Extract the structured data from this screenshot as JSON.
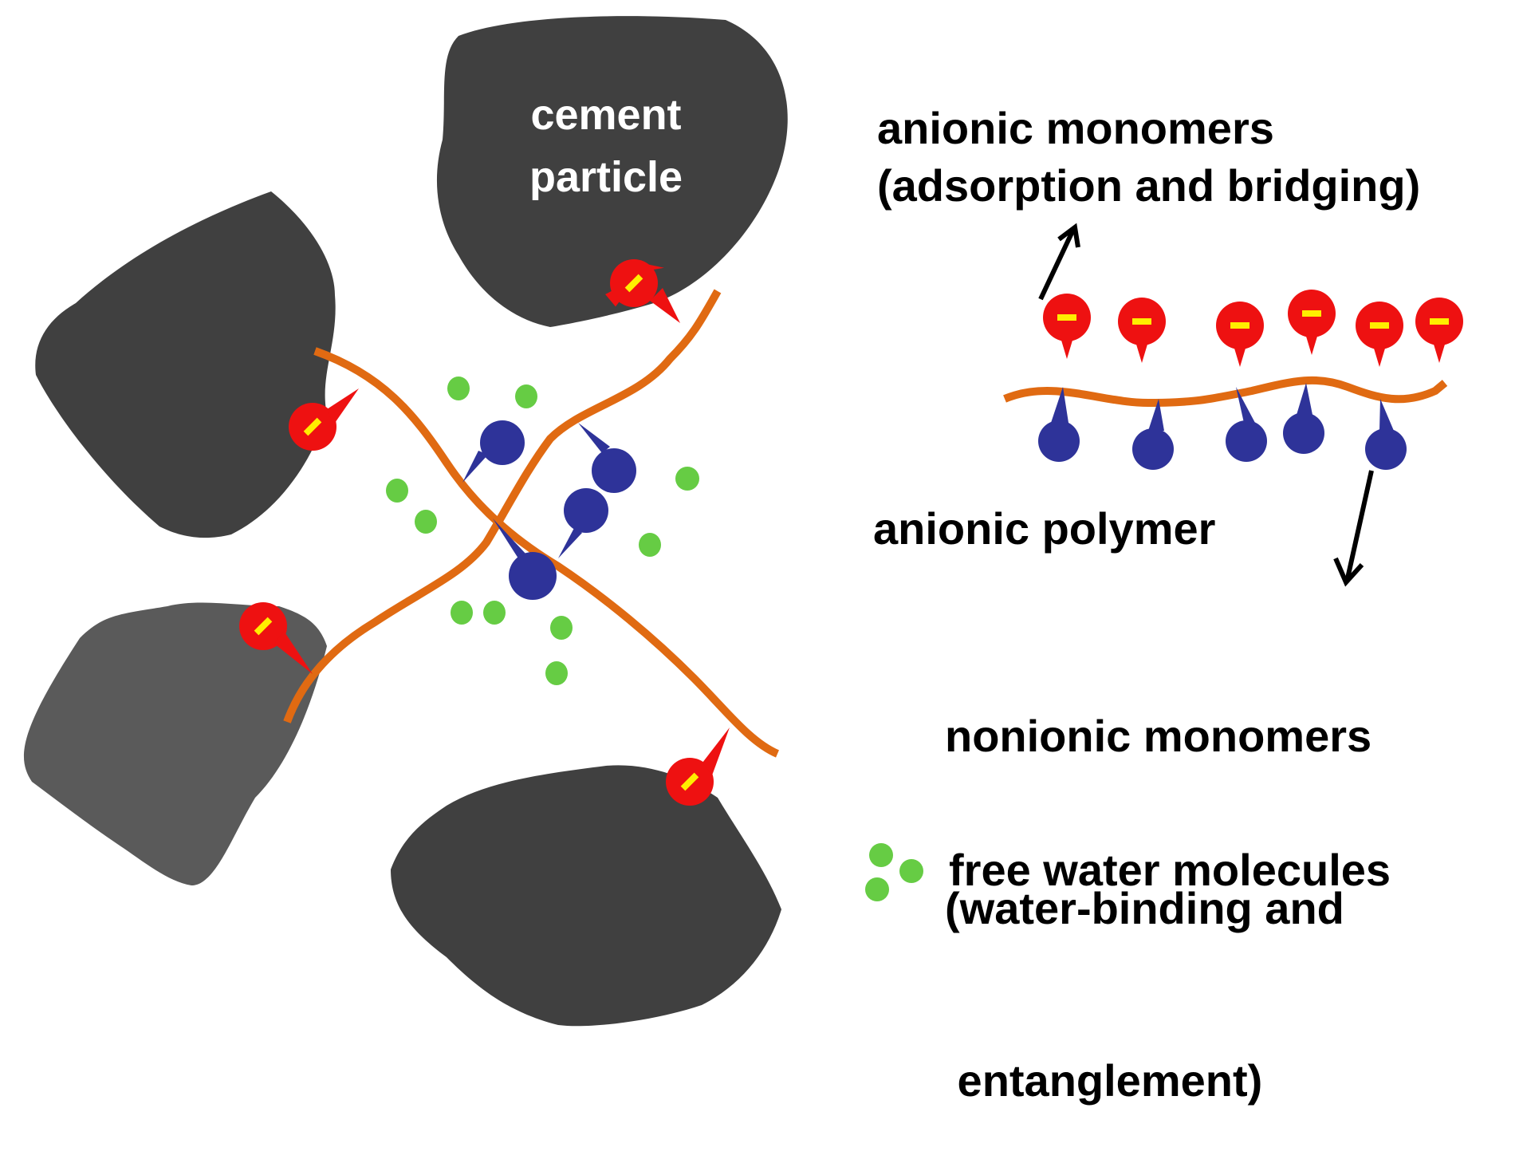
{
  "diagram": {
    "colors": {
      "cement_particle": "#404040",
      "cement_particle_light": "#5a5a5a",
      "polymer_chain": "#e06a12",
      "anionic_monomer": "#ee1111",
      "anionic_charge": "#ffee00",
      "nonionic_monomer": "#2e3399",
      "free_water": "#66cc44"
    },
    "icons": {
      "anionic_monomer": "red-circle-with-minus-sign",
      "nonionic_monomer": "blue-circle",
      "free_water": "green-dot"
    },
    "labels": {
      "cement_particle": [
        "cement",
        "particle"
      ],
      "anionic_monomers": [
        "anionic monomers",
        "(adsorption and bridging)"
      ],
      "anionic_polymer": "anionic polymer",
      "nonionic_monomers": [
        "nonionic monomers",
        "(water-binding and",
        " entanglement)"
      ],
      "free_water": "free water molecules"
    }
  }
}
